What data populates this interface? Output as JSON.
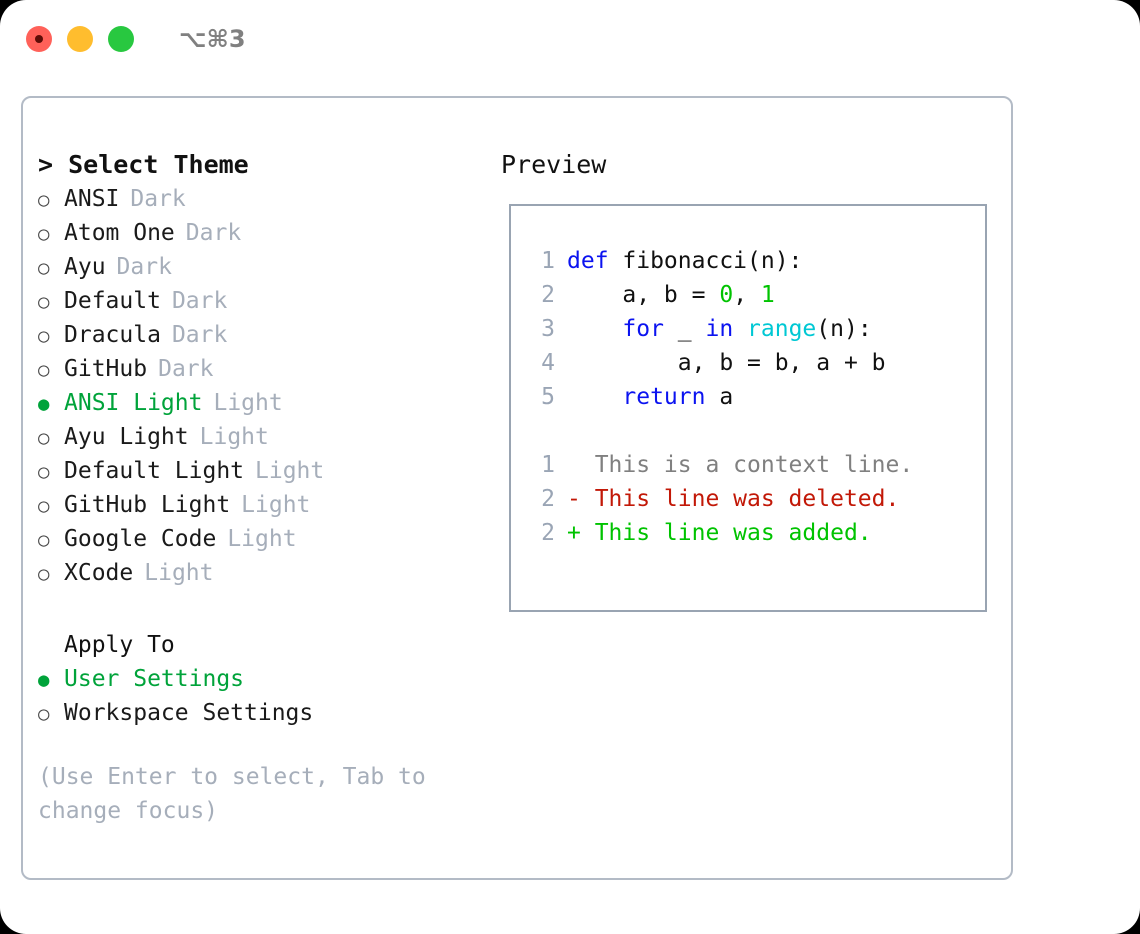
{
  "titlebar": {
    "shortcut": "⌥⌘3",
    "buttons": [
      {
        "name": "close",
        "color": "#ff6159"
      },
      {
        "name": "minimize",
        "color": "#ffbd2e"
      },
      {
        "name": "zoom",
        "color": "#28c840"
      }
    ]
  },
  "left": {
    "title": "> Select Theme",
    "themes": [
      {
        "marker": "○",
        "name": "ANSI",
        "kind": "Dark",
        "selected": false
      },
      {
        "marker": "○",
        "name": "Atom One",
        "kind": "Dark",
        "selected": false
      },
      {
        "marker": "○",
        "name": "Ayu",
        "kind": "Dark",
        "selected": false
      },
      {
        "marker": "○",
        "name": "Default",
        "kind": "Dark",
        "selected": false
      },
      {
        "marker": "○",
        "name": "Dracula",
        "kind": "Dark",
        "selected": false
      },
      {
        "marker": "○",
        "name": "GitHub",
        "kind": "Dark",
        "selected": false
      },
      {
        "marker": "●",
        "name": "ANSI Light",
        "kind": "Light",
        "selected": true
      },
      {
        "marker": "○",
        "name": "Ayu Light",
        "kind": "Light",
        "selected": false
      },
      {
        "marker": "○",
        "name": "Default Light",
        "kind": "Light",
        "selected": false
      },
      {
        "marker": "○",
        "name": "GitHub Light",
        "kind": "Light",
        "selected": false
      },
      {
        "marker": "○",
        "name": "Google Code",
        "kind": "Light",
        "selected": false
      },
      {
        "marker": "○",
        "name": "XCode",
        "kind": "Light",
        "selected": false
      }
    ],
    "apply_heading": "Apply To",
    "apply_options": [
      {
        "marker": "●",
        "name": "User Settings",
        "selected": true
      },
      {
        "marker": "○",
        "name": "Workspace Settings",
        "selected": false
      }
    ],
    "hint": "(Use Enter to select, Tab to change focus)"
  },
  "right": {
    "preview_title": "Preview",
    "code_lines": [
      {
        "no": "1",
        "tokens": [
          {
            "t": "def",
            "c": "kw"
          },
          {
            "t": " fibonacci(n):",
            "c": "id"
          }
        ]
      },
      {
        "no": "2",
        "tokens": [
          {
            "t": "    a, b = ",
            "c": "id"
          },
          {
            "t": "0",
            "c": "num"
          },
          {
            "t": ", ",
            "c": "id"
          },
          {
            "t": "1",
            "c": "num"
          }
        ]
      },
      {
        "no": "3",
        "tokens": [
          {
            "t": "    ",
            "c": "id"
          },
          {
            "t": "for",
            "c": "kw"
          },
          {
            "t": " _ ",
            "c": "id"
          },
          {
            "t": "in",
            "c": "kw"
          },
          {
            "t": " ",
            "c": "id"
          },
          {
            "t": "range",
            "c": "fn"
          },
          {
            "t": "(n):",
            "c": "id"
          }
        ]
      },
      {
        "no": "4",
        "tokens": [
          {
            "t": "        a, b = b, a + b",
            "c": "id"
          }
        ]
      },
      {
        "no": "5",
        "tokens": [
          {
            "t": "    ",
            "c": "id"
          },
          {
            "t": "return",
            "c": "kw"
          },
          {
            "t": " a",
            "c": "id"
          }
        ]
      }
    ],
    "diff_lines": [
      {
        "no": "1",
        "text": "  This is a context line.",
        "kind": "ctx"
      },
      {
        "no": "2",
        "text": "- This line was deleted.",
        "kind": "del"
      },
      {
        "no": "2",
        "text": "+ This line was added.",
        "kind": "add"
      }
    ]
  },
  "colors": {
    "accent_green": "#00a33a",
    "muted": "#a6aeba",
    "keyword_blue": "#0b13f0",
    "function_cyan": "#00c8d4",
    "number_green": "#00c300",
    "diff_delete_red": "#c21807",
    "diff_add_green": "#00c300",
    "border": "#b3bbc6"
  }
}
